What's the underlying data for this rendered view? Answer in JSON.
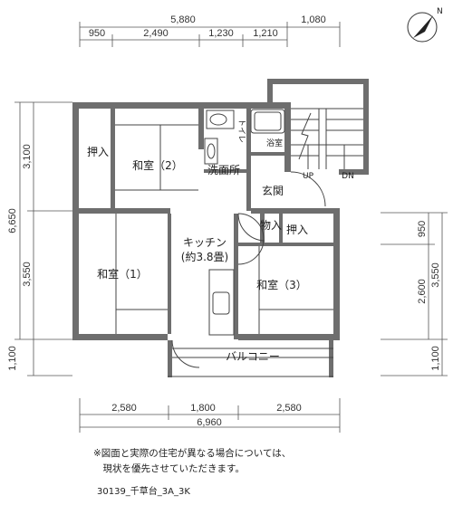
{
  "rooms": {
    "washitsu_2": "和室（2）",
    "washitsu_1": "和室（1）",
    "washitsu_3": "和室（3）",
    "oshiire_left": "押入",
    "oshiire_right": "押入",
    "monoire": "物入",
    "kitchen_line1": "キッチン",
    "kitchen_line2": "(約3.8畳)",
    "senmenjo": "洗面所",
    "toilet": "トイレ",
    "yokushitsu": "浴室",
    "genkan": "玄関",
    "balcony": "バルコニー",
    "stair_up": "UP",
    "stair_down": "DN"
  },
  "north_label": "N",
  "dimensions": {
    "top_total": "5,880",
    "top_extra": "1,080",
    "top_segments": [
      "950",
      "2,490",
      "1,230",
      "1,210"
    ],
    "left_total": "6,650",
    "left_segments": [
      "3,100",
      "3,550"
    ],
    "left_balcony": "1,100",
    "right_segments": [
      "950",
      "2,600"
    ],
    "right_total": "3,550",
    "right_balcony": "1,100",
    "bottom_segments": [
      "2,580",
      "1,800",
      "2,580"
    ],
    "bottom_total": "6,960"
  },
  "note_line1": "※図面と実際の住宅が異なる場合については、",
  "note_line2": "　現状を優先させていただきます。",
  "code": "30139_千草台_3A_3K"
}
